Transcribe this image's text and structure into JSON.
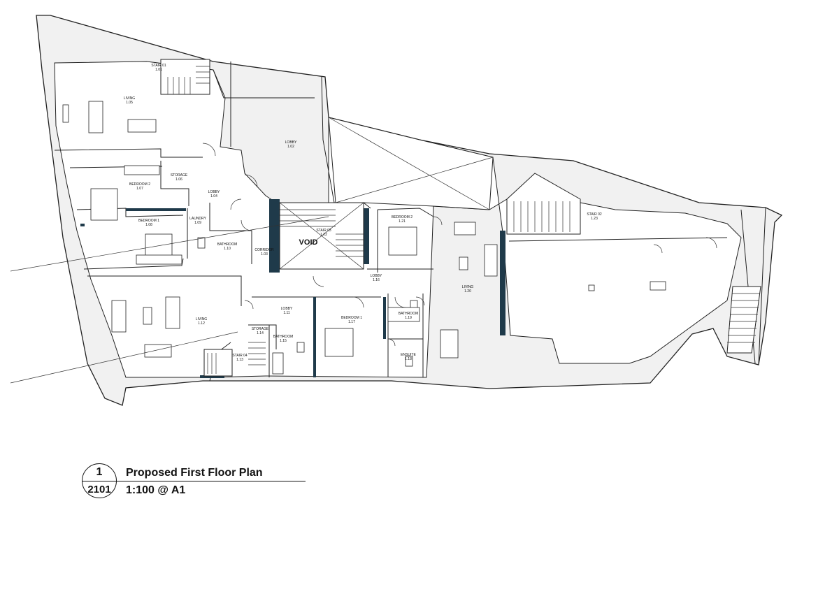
{
  "drawing": {
    "title": "Proposed First Floor Plan",
    "scale": "1:100 @ A1",
    "ref_top": "1",
    "ref_bottom": "2101",
    "void_label": "VOID"
  },
  "rooms": [
    {
      "name": "STAIR 01",
      "num": "1.01"
    },
    {
      "name": "LOBBY",
      "num": "1.02"
    },
    {
      "name": "CORRIDOR",
      "num": "1.03"
    },
    {
      "name": "LOBBY",
      "num": "1.04"
    },
    {
      "name": "LIVING",
      "num": "1.05"
    },
    {
      "name": "STORAGE",
      "num": "1.06"
    },
    {
      "name": "BEDROOM 2",
      "num": "1.07"
    },
    {
      "name": "BEDROOM 1",
      "num": "1.08"
    },
    {
      "name": "LAUNDRY",
      "num": "1.09"
    },
    {
      "name": "BATHROOM",
      "num": "1.10"
    },
    {
      "name": "LOBBY",
      "num": "1.11"
    },
    {
      "name": "LIVING",
      "num": "1.12"
    },
    {
      "name": "STAIR 04",
      "num": "1.13"
    },
    {
      "name": "STORAGE",
      "num": "1.14"
    },
    {
      "name": "BATHROOM",
      "num": "1.15"
    },
    {
      "name": "LOBBY",
      "num": "1.16"
    },
    {
      "name": "BEDROOM 1",
      "num": "1.17"
    },
    {
      "name": "ENSUITE",
      "num": "1.18"
    },
    {
      "name": "BATHROOM",
      "num": "1.19"
    },
    {
      "name": "LIVING",
      "num": "1.20"
    },
    {
      "name": "BEDROOM 2",
      "num": "1.21"
    },
    {
      "name": "STAIR 03",
      "num": "1.22"
    },
    {
      "name": "STAIR 02",
      "num": "1.23"
    }
  ]
}
